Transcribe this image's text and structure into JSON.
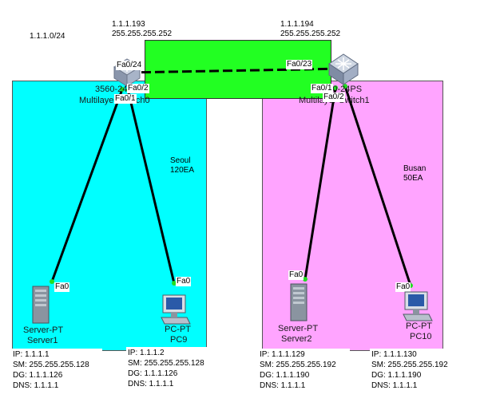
{
  "colors": {
    "seoul_zone": "#00ffff",
    "busan_zone": "#ffa4ff",
    "backbone_zone": "#22ff22",
    "link": "#000000",
    "port_up": "#22dd22"
  },
  "network_label": "1.1.1.0/24",
  "backbone": {
    "left_ip": "1.1.1.193",
    "left_mask": "255.255.255.252",
    "right_ip": "1.1.1.194",
    "right_mask": "255.255.255.252"
  },
  "zones": {
    "seoul": {
      "name": "Seoul",
      "count": "120EA"
    },
    "busan": {
      "name": "Busan",
      "count": "50EA"
    }
  },
  "switches": {
    "sw0": {
      "line1": "3560-24PS",
      "line2": "Multilayer Switch0",
      "icon": "multilayer-switch-icon"
    },
    "sw1": {
      "line1": "3560-24PS",
      "line2": "Multilayer Switch1",
      "icon": "multilayer-switch-icon"
    }
  },
  "ports": {
    "sw0_fa024": "Fa0/24",
    "sw0_fa02": "Fa0/2",
    "sw0_fa01": "Fa0/1",
    "sw1_fa023": "Fa0/23",
    "sw1_fa01": "Fa0/1",
    "sw1_fa02": "Fa0/2",
    "server1_fa0": "Fa0",
    "pc9_fa0": "Fa0",
    "server2_fa0": "Fa0",
    "pc10_fa0": "Fa0"
  },
  "devices": {
    "server1": {
      "type": "Server-PT",
      "name": "Server1",
      "icon": "server-icon",
      "ip": "IP: 1.1.1.1",
      "sm": "SM: 255.255.255.128",
      "dg": "DG: 1.1.1.126",
      "dns": "DNS: 1.1.1.1"
    },
    "pc9": {
      "type": "PC-PT",
      "name": "PC9",
      "icon": "pc-icon",
      "ip": "IP: 1.1.1.2",
      "sm": "SM: 255.255.255.128",
      "dg": "DG: 1.1.1.126",
      "dns": "DNS: 1.1.1.1"
    },
    "server2": {
      "type": "Server-PT",
      "name": "Server2",
      "icon": "server-icon",
      "ip": "IP: 1.1.1.129",
      "sm": "SM: 255.255.255.192",
      "dg": "DG: 1.1.1.190",
      "dns": "DNS: 1.1.1.1"
    },
    "pc10": {
      "type": "PC-PT",
      "name": "PC10",
      "icon": "pc-icon",
      "ip": "IP: 1.1.1.130",
      "sm": "SM: 255.255.255.192",
      "dg": "DG: 1.1.1.190",
      "dns": "DNS: 1.1.1.1"
    }
  }
}
